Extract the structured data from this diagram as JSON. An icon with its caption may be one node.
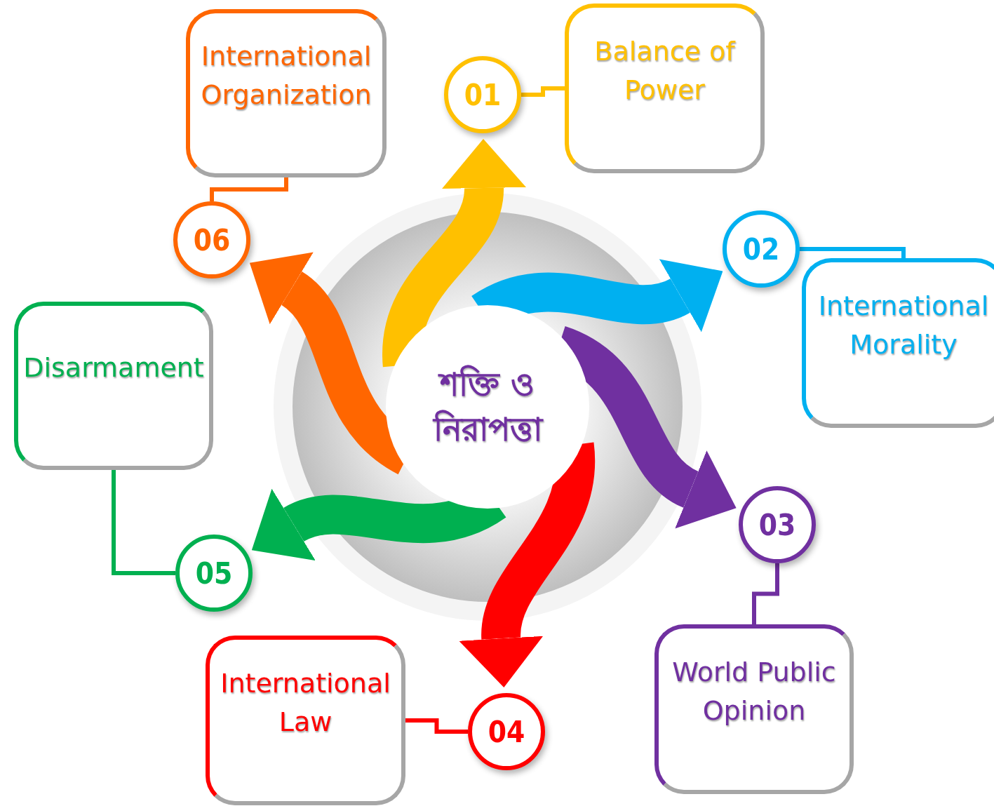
{
  "diagram": {
    "nodes": [
      {
        "text": [
          "শক্তি ও নিরাপত্তা"
        ]
      },
      {
        "text": [
          "01"
        ]
      },
      {
        "text": [
          "Balance of Power"
        ]
      },
      {
        "text": [
          "02"
        ]
      },
      {
        "text": [
          "International Morality"
        ]
      },
      {
        "text": [
          "03"
        ]
      },
      {
        "text": [
          "World Public Opinion"
        ]
      },
      {
        "text": [
          "04"
        ]
      },
      {
        "text": [
          "International Law"
        ]
      },
      {
        "text": [
          "05"
        ]
      },
      {
        "text": [
          "Disarmament"
        ]
      },
      {
        "text": [
          "06"
        ]
      },
      {
        "text": [
          "International Organization"
        ]
      }
    ],
    "edges": [
      {
        "from": 0,
        "to": 1,
        "arrow": "to",
        "style": "thick",
        "color": "#ffc000"
      },
      {
        "from": 1,
        "to": 2,
        "arrow": "none",
        "color": "#ffc000"
      },
      {
        "from": 0,
        "to": 3,
        "arrow": "to",
        "style": "thick",
        "color": "#00b0f0"
      },
      {
        "from": 3,
        "to": 4,
        "arrow": "none",
        "color": "#00b0f0"
      },
      {
        "from": 0,
        "to": 5,
        "arrow": "to",
        "style": "thick",
        "color": "#7030a0"
      },
      {
        "from": 5,
        "to": 6,
        "arrow": "none",
        "color": "#7030a0"
      },
      {
        "from": 0,
        "to": 7,
        "arrow": "to",
        "style": "thick",
        "color": "#ff0000"
      },
      {
        "from": 7,
        "to": 8,
        "arrow": "none",
        "color": "#ff0000"
      },
      {
        "from": 0,
        "to": 9,
        "arrow": "to",
        "style": "thick",
        "color": "#00b050"
      },
      {
        "from": 9,
        "to": 10,
        "arrow": "none",
        "color": "#00b050"
      },
      {
        "from": 0,
        "to": 11,
        "arrow": "to",
        "style": "thick",
        "color": "#ff6600"
      },
      {
        "from": 11,
        "to": 12,
        "arrow": "none",
        "color": "#ff6600"
      }
    ]
  }
}
